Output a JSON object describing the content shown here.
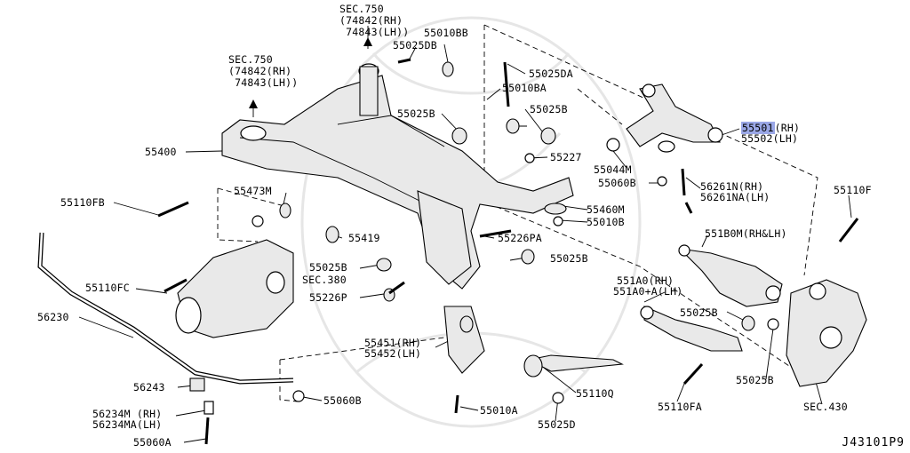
{
  "diagram_code": "J43101P9",
  "labels": [
    {
      "id": "sec750_top",
      "text": "SEC.750\n(74842(RH)\n 74843(LH))"
    },
    {
      "id": "sec750_left",
      "text": "SEC.750\n(74842(RH)\n 74843(LH))"
    },
    {
      "id": "p55010BB",
      "text": "55010BB"
    },
    {
      "id": "p55025DB",
      "text": "55025DB"
    },
    {
      "id": "p55025DA",
      "text": "55025DA"
    },
    {
      "id": "p55010BA",
      "text": "55010BA"
    },
    {
      "id": "p55025B_a",
      "text": "55025B"
    },
    {
      "id": "p55025B_b",
      "text": "55025B"
    },
    {
      "id": "p55227",
      "text": "55227"
    },
    {
      "id": "p55400",
      "text": "55400"
    },
    {
      "id": "p55501",
      "text": "55501",
      "highlighted": true
    },
    {
      "id": "p55501_rh",
      "text": "(RH)"
    },
    {
      "id": "p55502",
      "text": "55502(LH)"
    },
    {
      "id": "p55044M",
      "text": "55044M"
    },
    {
      "id": "p55060B_a",
      "text": "55060B"
    },
    {
      "id": "p56261N",
      "text": "56261N(RH)"
    },
    {
      "id": "p56261NA",
      "text": "56261NA(LH)"
    },
    {
      "id": "p55110F",
      "text": "55110F"
    },
    {
      "id": "p55110FB",
      "text": "55110FB"
    },
    {
      "id": "p55473M",
      "text": "55473M"
    },
    {
      "id": "p55460M",
      "text": "55460M"
    },
    {
      "id": "p55010B",
      "text": "55010B"
    },
    {
      "id": "p55419",
      "text": "55419"
    },
    {
      "id": "p55226PA",
      "text": "55226PA"
    },
    {
      "id": "p551B0M",
      "text": "551B0M(RH&LH)"
    },
    {
      "id": "p55025B_c",
      "text": "55025B"
    },
    {
      "id": "p55025B_d",
      "text": "55025B"
    },
    {
      "id": "sec380",
      "text": "SEC.380"
    },
    {
      "id": "p55110FC",
      "text": "55110FC"
    },
    {
      "id": "p55226P",
      "text": "55226P"
    },
    {
      "id": "p551A0",
      "text": "551A0(RH)"
    },
    {
      "id": "p551A0A",
      "text": "551A0+A(LH)"
    },
    {
      "id": "p55025B_e",
      "text": "55025B"
    },
    {
      "id": "p56230",
      "text": "56230"
    },
    {
      "id": "p55451",
      "text": "55451(RH)"
    },
    {
      "id": "p55452",
      "text": "55452(LH)"
    },
    {
      "id": "p56243",
      "text": "56243"
    },
    {
      "id": "p55060B_b",
      "text": "55060B"
    },
    {
      "id": "p55110Q",
      "text": "55110Q"
    },
    {
      "id": "p55025B_f",
      "text": "55025B"
    },
    {
      "id": "p56234M",
      "text": "56234M (RH)"
    },
    {
      "id": "p56234MA",
      "text": "56234MA(LH)"
    },
    {
      "id": "p55010A",
      "text": "55010A"
    },
    {
      "id": "p55110FA",
      "text": "55110FA"
    },
    {
      "id": "sec430",
      "text": "SEC.430"
    },
    {
      "id": "p55060A",
      "text": "55060A"
    },
    {
      "id": "p55025D",
      "text": "55025D"
    }
  ]
}
